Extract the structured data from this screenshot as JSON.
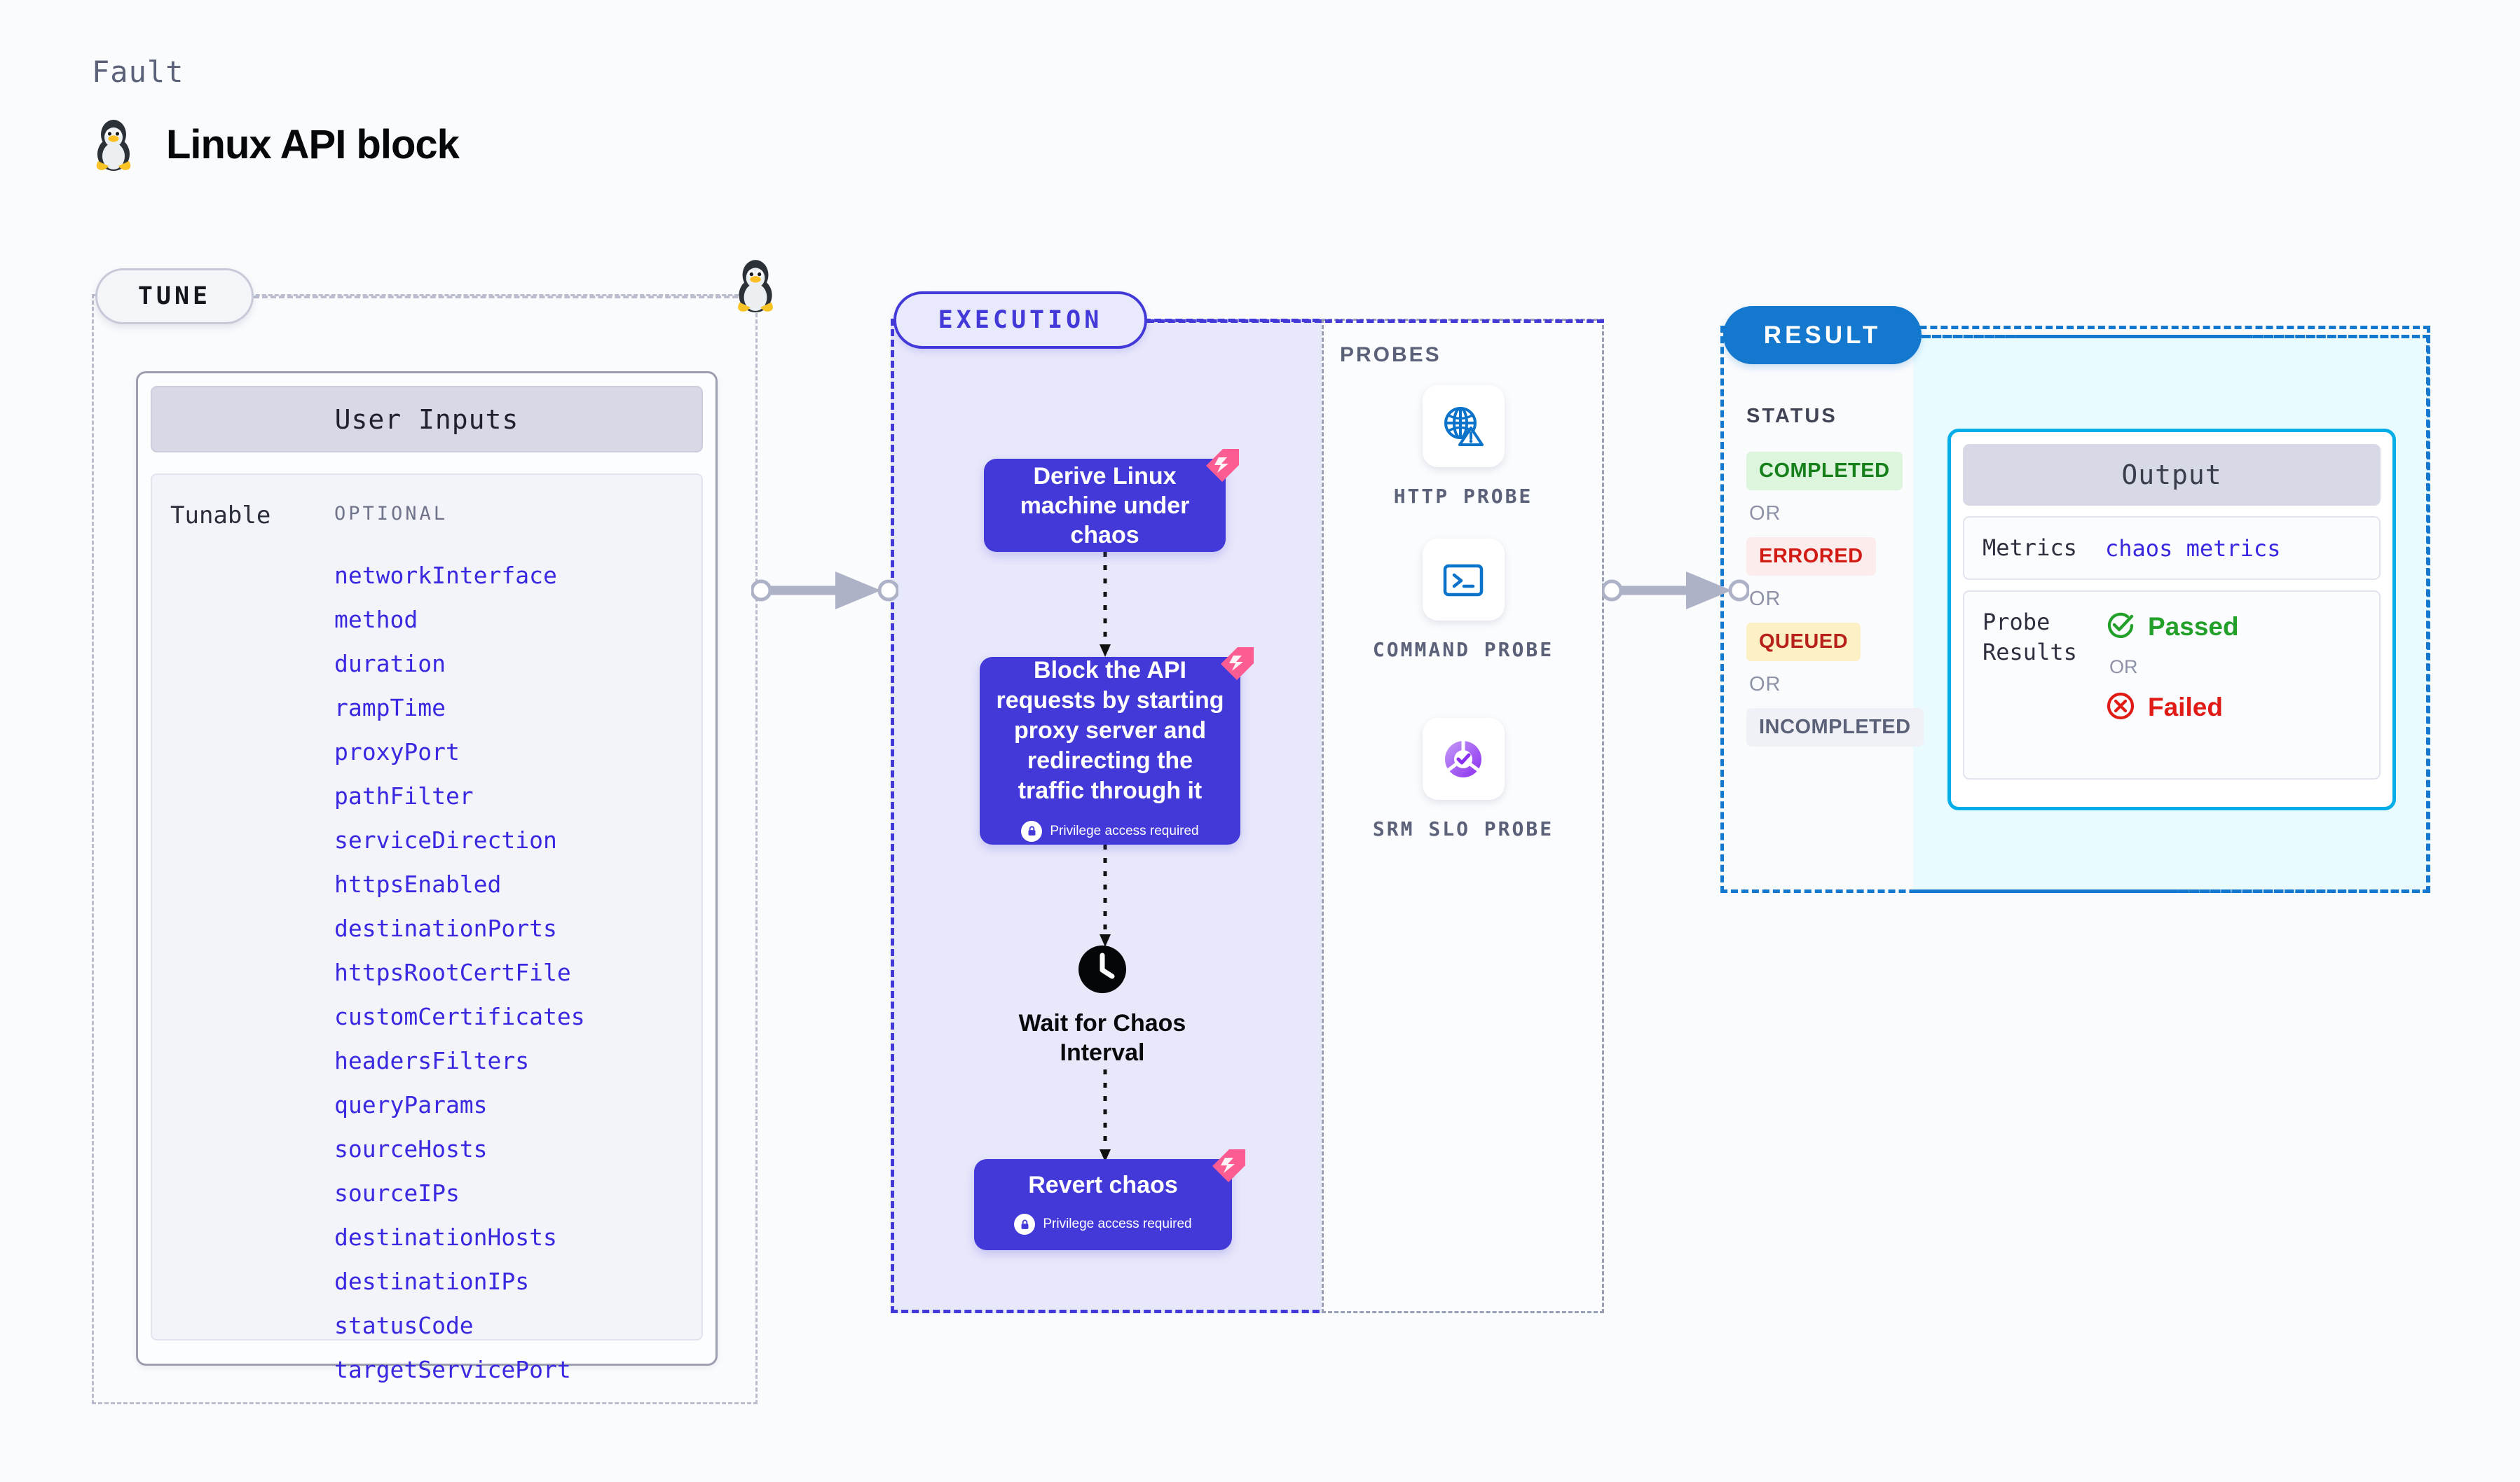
{
  "header": {
    "kicker": "Fault",
    "title": "Linux API block",
    "icon": "tux-penguin-icon"
  },
  "stages": {
    "tune": {
      "pill_label": "TUNE"
    },
    "execution": {
      "pill_label": "EXECUTION"
    },
    "result": {
      "pill_label": "RESULT"
    }
  },
  "tune": {
    "card_header": "User Inputs",
    "group_label": "Tunable",
    "group_kind": "OPTIONAL",
    "items": [
      "networkInterface",
      "method",
      "duration",
      "rampTime",
      "proxyPort",
      "pathFilter",
      "serviceDirection",
      "httpsEnabled",
      "destinationPorts",
      "httpsRootCertFile",
      "customCertificates",
      "headersFilters",
      "queryParams",
      "sourceHosts",
      "sourceIPs",
      "destinationHosts",
      "destinationIPs",
      "statusCode",
      "targetServicePort"
    ]
  },
  "execution": {
    "steps": [
      {
        "label": "Derive Linux machine under chaos",
        "privilege": null,
        "ribbon": "chaos-ribbon-icon"
      },
      {
        "label": "Block the API requests by starting proxy server and redirecting the traffic through it",
        "privilege": "Privilege access required",
        "ribbon": "chaos-ribbon-icon"
      },
      {
        "label": "Revert chaos",
        "privilege": "Privilege access required",
        "ribbon": "chaos-ribbon-icon"
      }
    ],
    "wait": {
      "label": "Wait for Chaos Interval",
      "icon": "clock-icon"
    }
  },
  "probes": {
    "title": "PROBES",
    "items": [
      {
        "label": "HTTP PROBE",
        "icon": "globe-warning-icon"
      },
      {
        "label": "COMMAND PROBE",
        "icon": "terminal-icon"
      },
      {
        "label": "SRM SLO PROBE",
        "icon": "slo-donut-check-icon"
      }
    ]
  },
  "result": {
    "status_title": "STATUS",
    "or_label": "OR",
    "statuses": [
      {
        "label": "COMPLETED",
        "color": "#16801b",
        "bg": "#ddf4dd"
      },
      {
        "label": "ERRORED",
        "color": "#d11a14",
        "bg": "#fceceb"
      },
      {
        "label": "QUEUED",
        "color": "#b8201a",
        "bg": "#fdf0c4"
      },
      {
        "label": "INCOMPLETED",
        "color": "#5b6178",
        "bg": "#f0f1f6"
      }
    ],
    "output": {
      "header": "Output",
      "metrics_key": "Metrics",
      "metrics_value": "chaos metrics",
      "probe_results_key": "Probe Results",
      "passed_label": "Passed",
      "failed_label": "Failed",
      "or_label": "OR",
      "passed_icon": "check-circle-icon",
      "failed_icon": "x-circle-icon"
    }
  },
  "colors": {
    "indigo": "#4339d8",
    "blue": "#1378ce",
    "cyan": "#06aee8",
    "pink": "#fb5c92",
    "green": "#16801b",
    "red": "#d11a14"
  }
}
